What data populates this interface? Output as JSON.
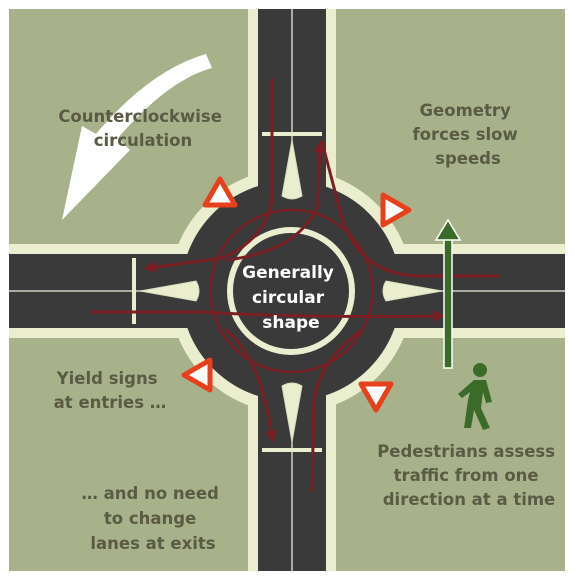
{
  "diagram": {
    "center_label": [
      "Generally",
      "circular",
      "shape"
    ],
    "annotations": {
      "circulation": [
        "Counterclockwise",
        "circulation"
      ],
      "geometry": [
        "Geometry",
        "forces slow",
        "speeds"
      ],
      "yield": [
        "Yield signs",
        "at entries …"
      ],
      "lanes": [
        "… and no need",
        "to change",
        "lanes at exits"
      ],
      "pedestrians": [
        "Pedestrians assess",
        "traffic from one",
        "direction at a time"
      ]
    },
    "colors": {
      "background": "#a7b28a",
      "road": "#3a3a3a",
      "curb": "#ebedcf",
      "path_arrow": "#7a1f23",
      "arrow_white": "#ffffff",
      "pedestrian_green": "#3a6b28",
      "yield_red": "#e8401c",
      "label_text": "#5b5b45"
    },
    "icons": [
      "curved-arrow-icon",
      "yield-sign-icon",
      "pedestrian-icon",
      "straight-arrow-icon"
    ]
  }
}
